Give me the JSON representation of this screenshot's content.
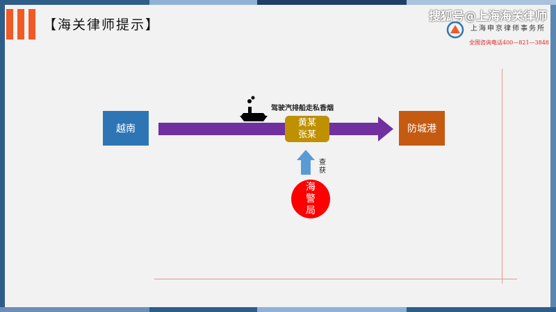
{
  "header": {
    "title": "【海关律师提示】",
    "watermark": "搜狐号@上海海关律师",
    "firm_name": "上海申京律师事务所",
    "hotline": "全国咨询电话400—821—3848"
  },
  "diagram": {
    "origin": "越南",
    "destination": "防城港",
    "suspects_line1": "黄某",
    "suspects_line2": "张某",
    "action_caption": "驾驶汽排船走私香烟",
    "authority_line1": "海",
    "authority_line2": "警",
    "authority_line3": "局",
    "seized_line1": "查",
    "seized_line2": "获"
  },
  "colors": {
    "origin_box": "#2e75b6",
    "destination_box": "#c55a11",
    "suspects_box": "#bf9000",
    "main_arrow": "#7030a0",
    "up_arrow": "#5b9bd5",
    "authority_circle": "#ff0000",
    "accent_orange": "#f15a24"
  },
  "icons": {
    "ship": "ship-icon",
    "header_logo": "orange-bars-logo",
    "firm_logo": "firm-logo-icon"
  }
}
